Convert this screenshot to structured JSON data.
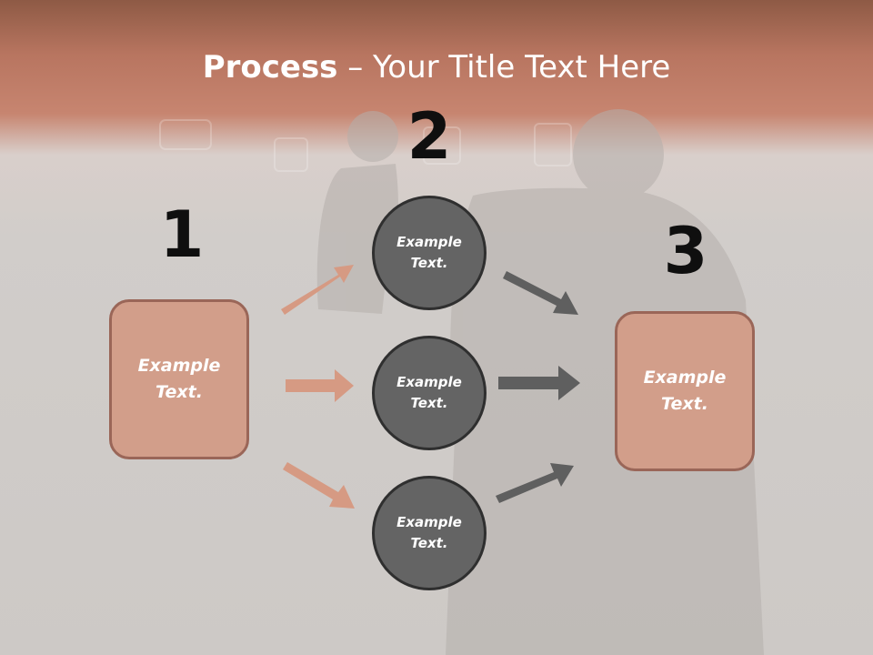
{
  "slide": {
    "title_bold": "Process",
    "title_rest": " – Your Title Text Here"
  },
  "steps": {
    "one": "1",
    "two": "2",
    "three": "3"
  },
  "nodes": {
    "left_box": "Example Text.",
    "circle_top": "Example Text.",
    "circle_middle": "Example Text.",
    "circle_bottom": "Example Text.",
    "right_box": "Example Text."
  },
  "colors": {
    "box_fill": "#d29e8a",
    "circle_fill": "#646464",
    "arrow_left": "#d69a83",
    "arrow_right": "#5f5f5f"
  }
}
